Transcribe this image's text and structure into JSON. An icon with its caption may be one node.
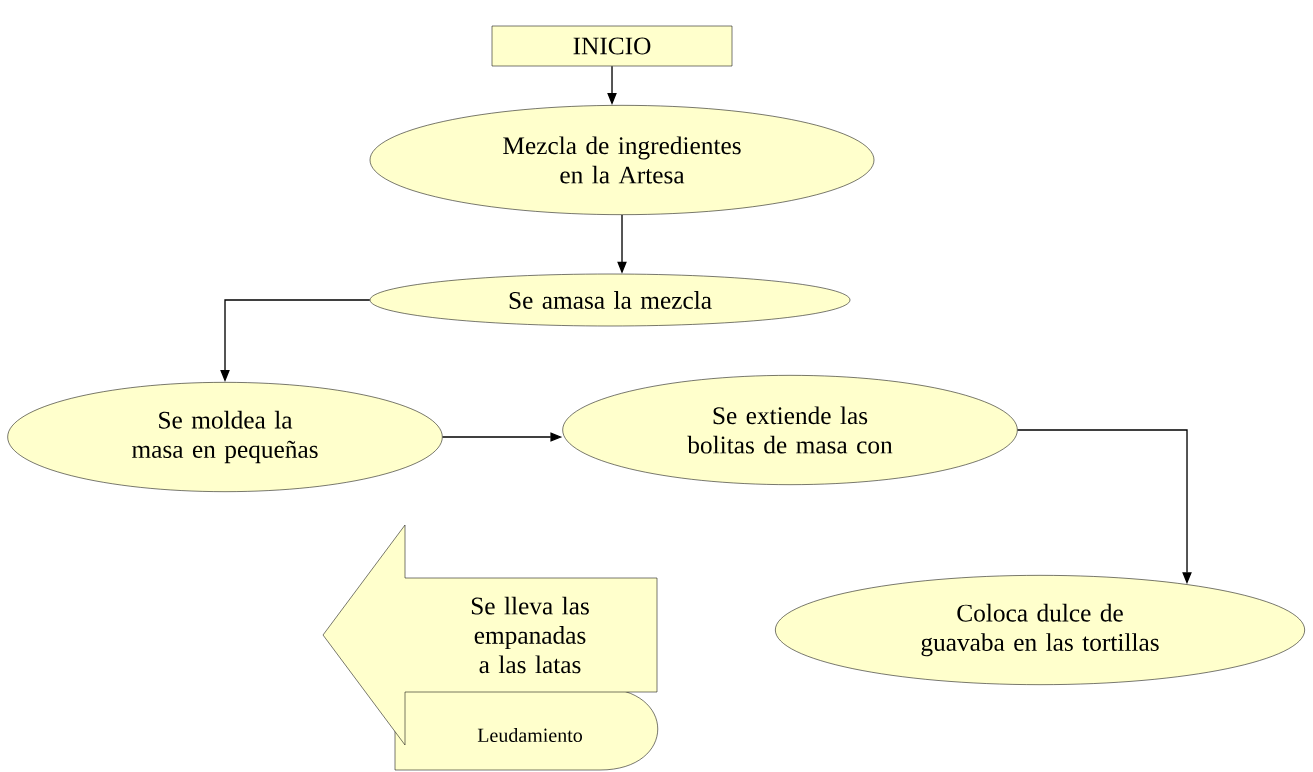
{
  "diagram": {
    "nodes": [
      {
        "text": [
          "INICIO"
        ]
      },
      {
        "text": [
          "Mezcla de ingredientes en  la Artesa"
        ]
      },
      {
        "text": [
          "Se amasa la mezcla"
        ]
      },
      {
        "text": [
          "Se moldea la masa en pequeñas"
        ]
      },
      {
        "text": [
          "Se extiende las bolitas de masa con"
        ]
      },
      {
        "text": [
          "Coloca dulce de guavaba en las tortillas"
        ]
      },
      {
        "text": [
          "Se lleva las empanadas a las latas"
        ]
      },
      {
        "text": [
          "Leudamiento"
        ]
      }
    ],
    "edges": [
      {
        "from": 0,
        "to": 1,
        "arrow": "to"
      },
      {
        "from": 1,
        "to": 2,
        "arrow": "to"
      },
      {
        "from": 2,
        "to": 3,
        "arrow": "to"
      },
      {
        "from": 3,
        "to": 4,
        "arrow": "to"
      },
      {
        "from": 4,
        "to": 5,
        "arrow": "to"
      }
    ]
  }
}
